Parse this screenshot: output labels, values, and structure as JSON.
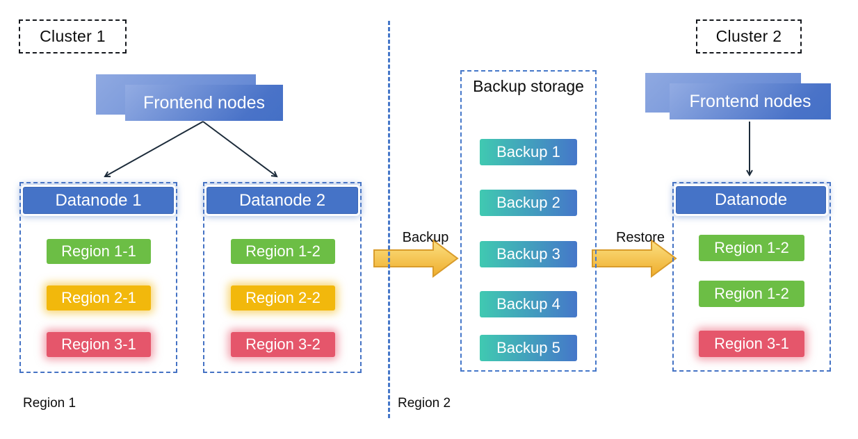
{
  "clusters": {
    "cluster1": "Cluster 1",
    "cluster2": "Cluster 2"
  },
  "frontend": {
    "left_label": "Frontend nodes",
    "right_label": "Frontend nodes"
  },
  "datanode1": {
    "title": "Datanode 1",
    "regions": [
      "Region 1-1",
      "Region 2-1",
      "Region 3-1"
    ]
  },
  "datanode2": {
    "title": "Datanode 2",
    "regions": [
      "Region 1-2",
      "Region 2-2",
      "Region 3-2"
    ]
  },
  "backup_storage": {
    "title": "Backup storage",
    "items": [
      "Backup 1",
      "Backup 2",
      "Backup 3",
      "Backup 4",
      "Backup 5"
    ]
  },
  "datanode_restored": {
    "title": "Datanode",
    "regions": [
      "Region 1-2",
      "Region 1-2",
      "Region 3-1"
    ]
  },
  "flow": {
    "backup_label": "Backup",
    "restore_label": "Restore"
  },
  "footer": {
    "region1_label": "Region 1",
    "region2_label": "Region 2"
  },
  "colors": {
    "primary_blue": "#4573C7",
    "dashed_blue": "#4577C9",
    "region_green": "#6CBE45",
    "region_amber": "#F2B80C",
    "region_red": "#E5566B",
    "backup_teal": "#40C9B1",
    "backup_blue": "#4577C9",
    "arrow_gold_light": "#FBE083",
    "arrow_gold_dark": "#EFAD2B",
    "connector_dark": "#1c2b3a"
  }
}
